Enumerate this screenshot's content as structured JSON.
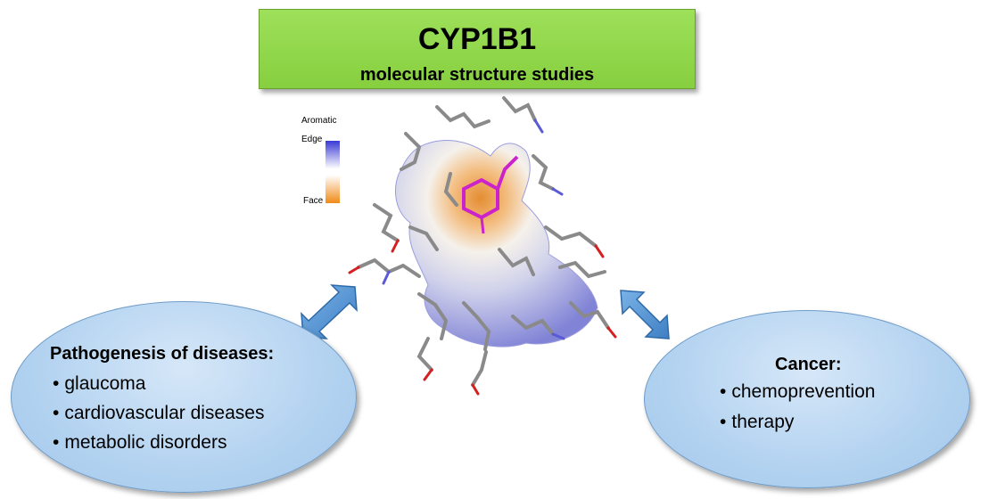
{
  "title": {
    "main": "CYP1B1",
    "sub": "molecular structure studies"
  },
  "legend": {
    "heading": "Aromatic",
    "top_label": "Edge",
    "bottom_label": "Face",
    "colors": {
      "edge": "#3a3ad6",
      "middle": "#ffffff",
      "face": "#f08a18"
    }
  },
  "left_panel": {
    "title": "Pathogenesis of diseases:",
    "items": [
      "glaucoma",
      "cardiovascular diseases",
      "metabolic disorders"
    ]
  },
  "right_panel": {
    "title": "Cancer:",
    "items": [
      "chemoprevention",
      "therapy"
    ]
  },
  "icons": {
    "arrows": "double-arrow-icon",
    "molecule": "molecular-surface-image"
  },
  "colors": {
    "title_box": "#92d850",
    "ellipse_fill": "#b2d2f0",
    "arrow": "#4f8fd2",
    "ligand": "#cc22cc"
  }
}
